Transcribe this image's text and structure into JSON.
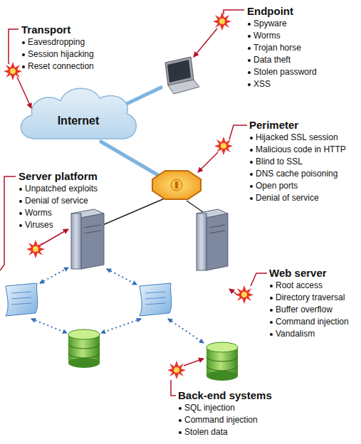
{
  "diagram": {
    "nodes": [
      {
        "text": [
          "Internet"
        ]
      }
    ],
    "labels": [
      "Endpoint",
      "Spyware",
      "Worms",
      "Trojan horse",
      "Data theft",
      "Stolen password",
      "XSS",
      "Transport",
      "Eavesdropping",
      "Session hijacking",
      "Reset connection",
      "Perimeter",
      "Hijacked SSL session",
      "Malicious code in HTTP",
      "Blind to SSL",
      "DNS cache poisoning",
      "Open ports",
      "Denial of service",
      "Server platform",
      "Unpatched exploits",
      "Denial of service",
      "Worms",
      "Viruses",
      "Web server",
      "Root access",
      "Directory traversal",
      "Buffer overflow",
      "Command injection",
      "Vandalism",
      "Back-end systems",
      "SQL injection",
      "Command injection",
      "Stolen data"
    ]
  }
}
